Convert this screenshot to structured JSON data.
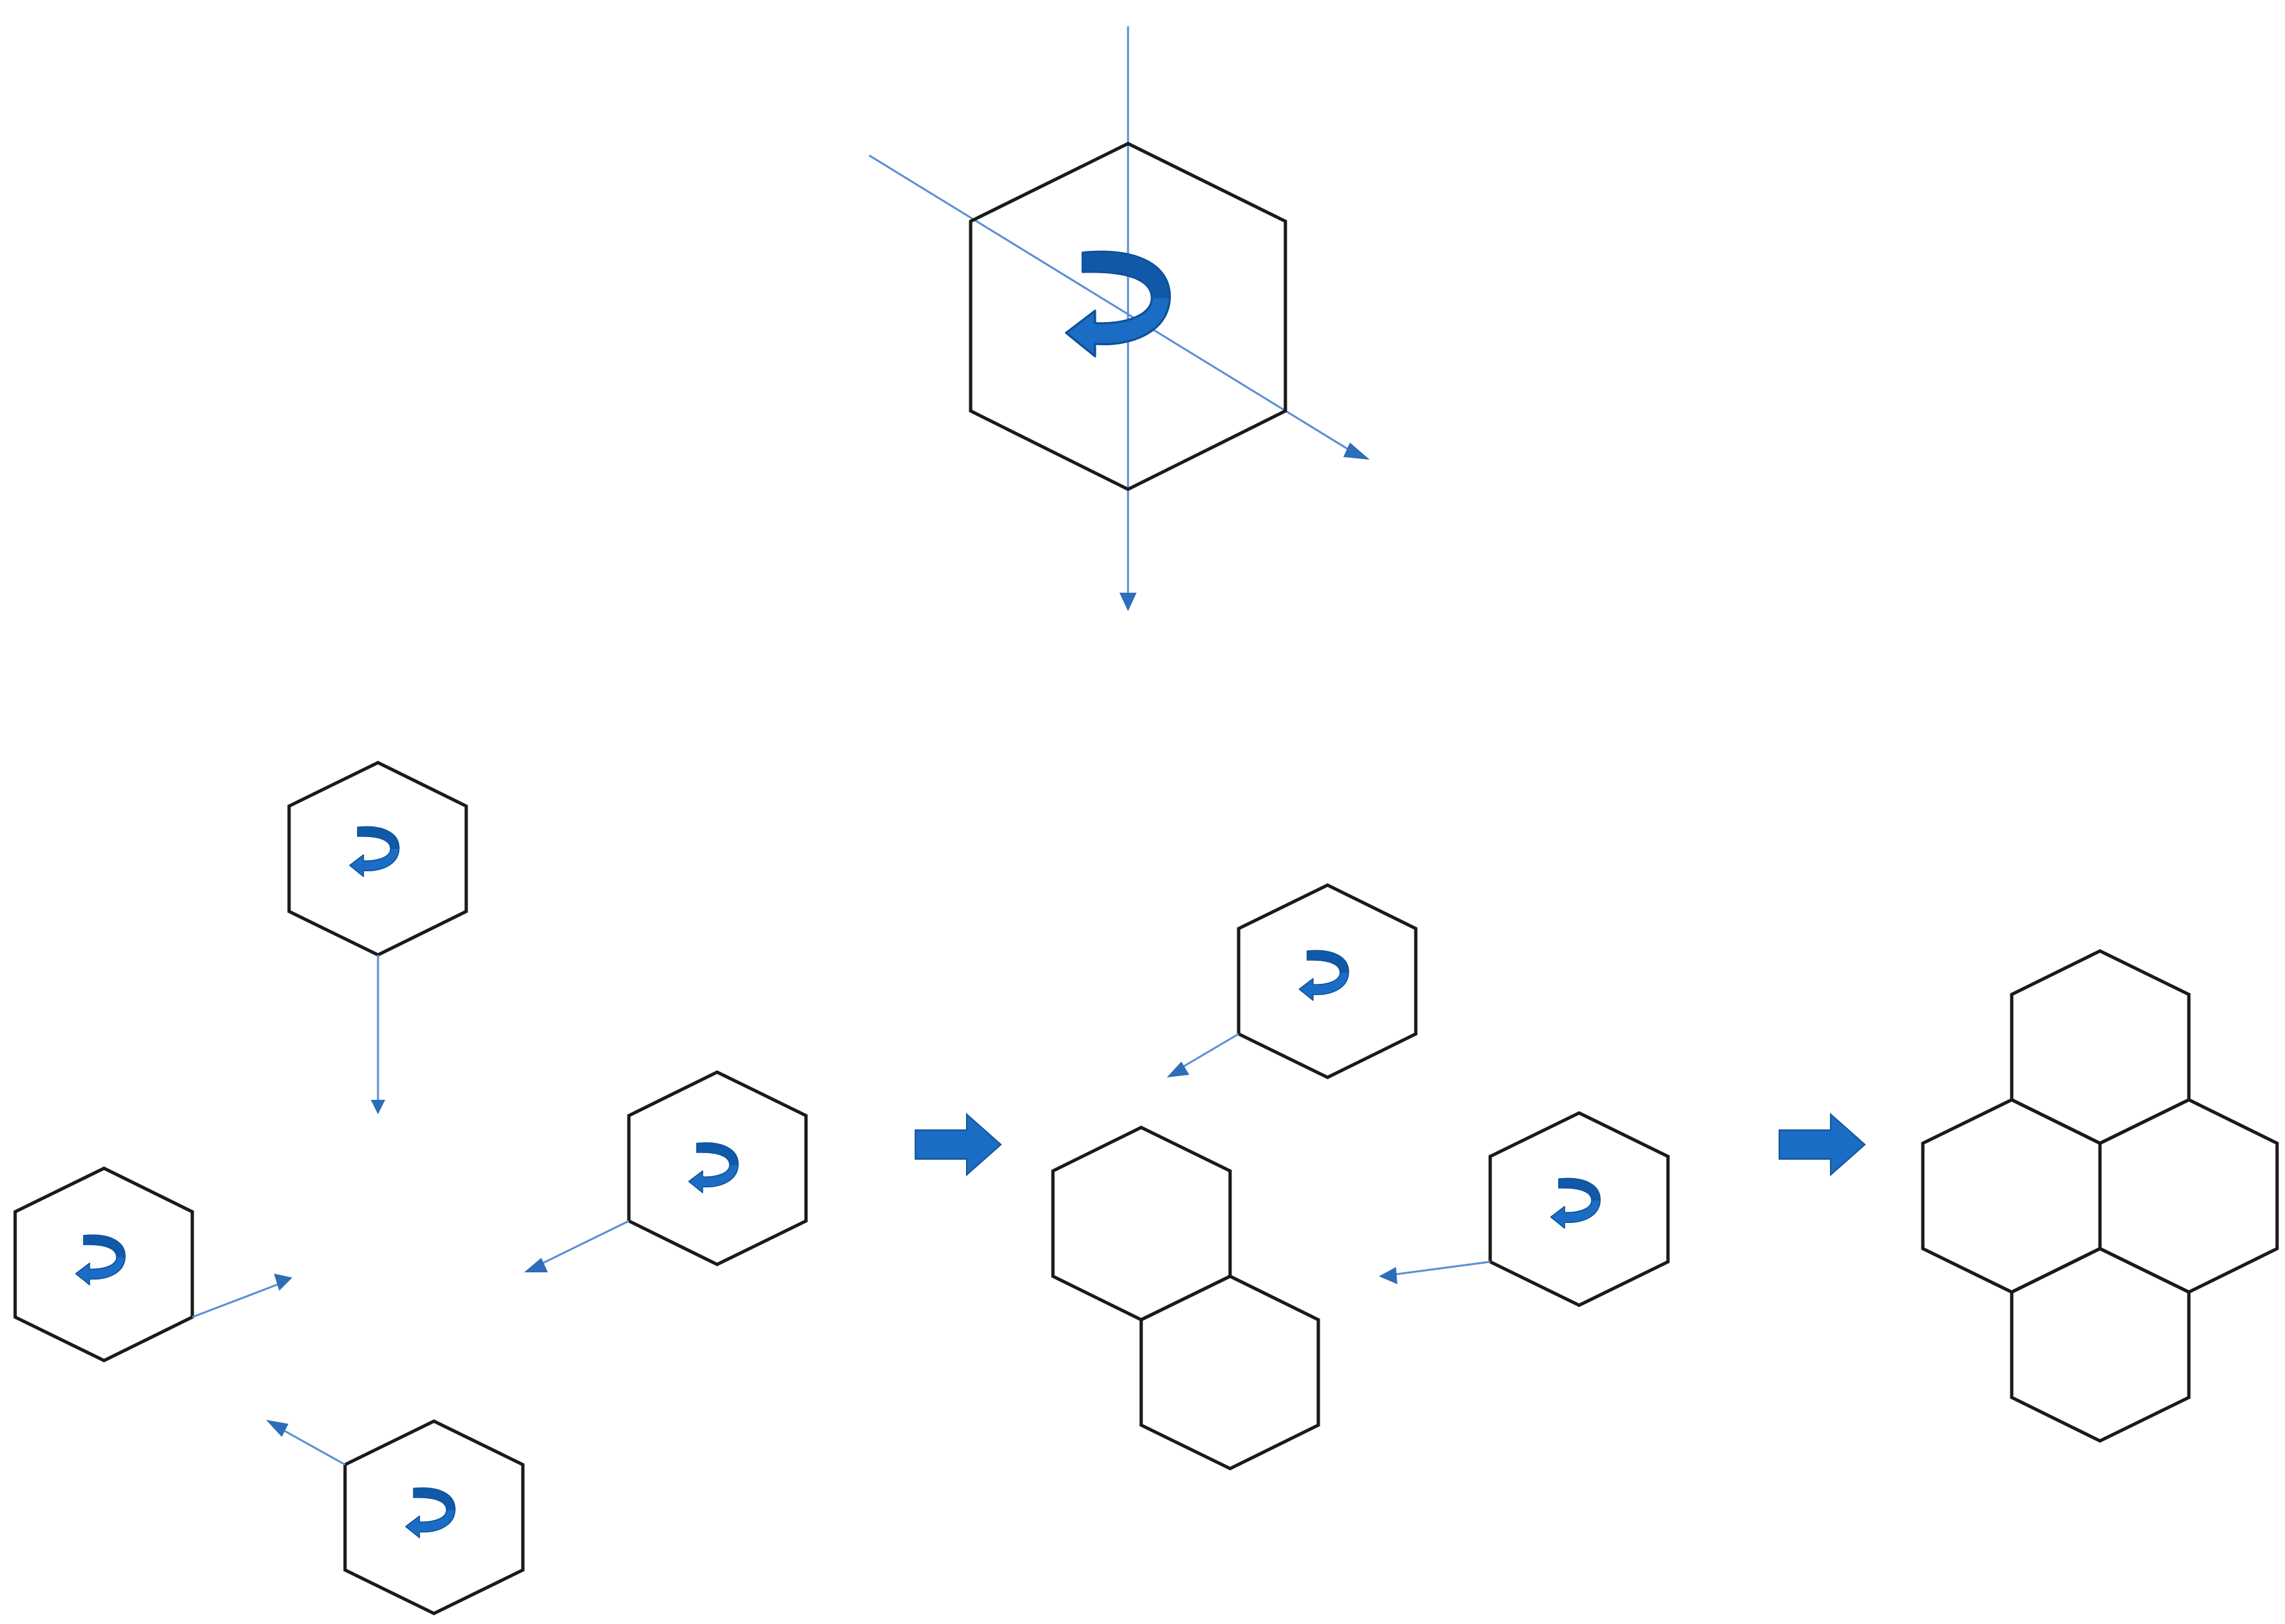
{
  "diagram": {
    "colors": {
      "hex_stroke": "#1a1a1a",
      "axis_line": "#5b8fd6",
      "rotation_icon": "#1a6cc4",
      "step_arrow": "#1a6cc4",
      "background": "#ffffff"
    },
    "icons": [
      "rotation-arrow-icon",
      "right-arrow-icon"
    ],
    "stages": [
      {
        "name": "single-hexagon-with-axes",
        "hexagon_count": 1
      },
      {
        "name": "scattered-hexagons-approaching",
        "hexagon_count": 4
      },
      {
        "name": "two-joined-plus-two-approaching",
        "hexagon_count": 4
      },
      {
        "name": "assembled-cluster",
        "hexagon_count": 4
      }
    ]
  }
}
